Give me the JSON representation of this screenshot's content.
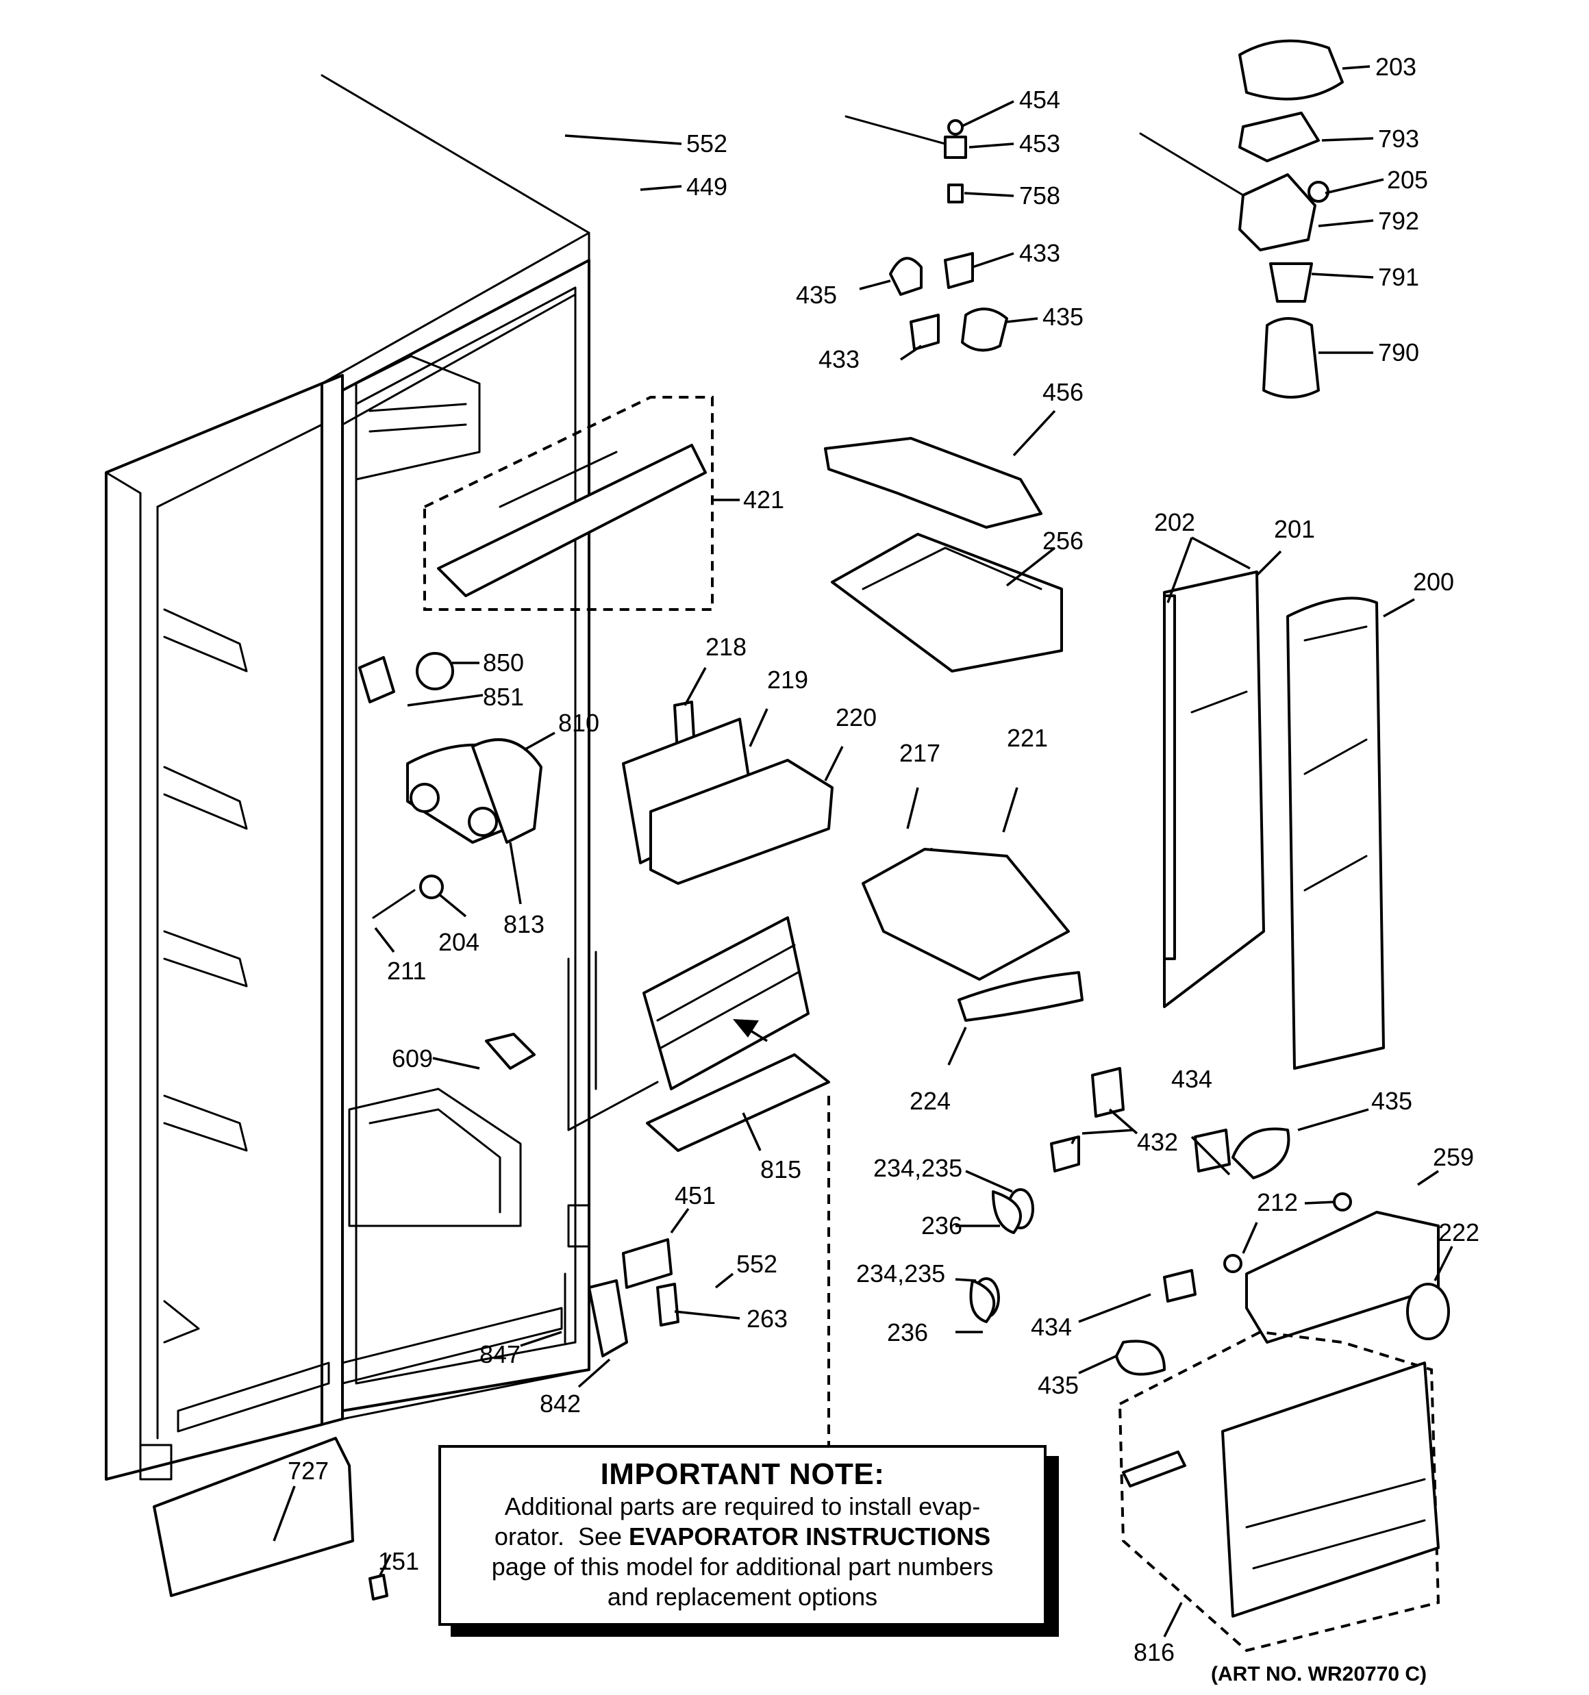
{
  "labels": {
    "l203": "203",
    "l793": "793",
    "l205": "205",
    "l792": "792",
    "l791": "791",
    "l790": "790",
    "l454": "454",
    "l453": "453",
    "l758": "758",
    "l433a": "433",
    "l435a": "435",
    "l435b": "435",
    "l433b": "433",
    "l552a": "552",
    "l449": "449",
    "l421": "421",
    "l456": "456",
    "l256": "256",
    "l202": "202",
    "l201": "201",
    "l200": "200",
    "l850": "850",
    "l851": "851",
    "l810": "810",
    "l218": "218",
    "l219": "219",
    "l220": "220",
    "l217": "217",
    "l221": "221",
    "l204": "204",
    "l211": "211",
    "l813": "813",
    "l609": "609",
    "l815": "815",
    "l224": "224",
    "l434a": "434",
    "l435c": "435",
    "l432": "432",
    "l234a": "234,235",
    "l236a": "236",
    "l259": "259",
    "l212": "212",
    "l222": "222",
    "l451": "451",
    "l552b": "552",
    "l263": "263",
    "l847": "847",
    "l842": "842",
    "l234b": "234,235",
    "l236b": "236",
    "l434b": "434",
    "l435d": "435",
    "l727": "727",
    "l151": "151",
    "l816": "816"
  },
  "note": {
    "title": "IMPORTANT NOTE:",
    "line1": "Additional parts are required to install evap-",
    "line2_pre": "orator.  See ",
    "line2_bold": "EVAPORATOR INSTRUCTIONS",
    "line3": "page of this model for additional part numbers",
    "line4": "and replacement options"
  },
  "art_number": "(ART NO. WR20770 C)"
}
